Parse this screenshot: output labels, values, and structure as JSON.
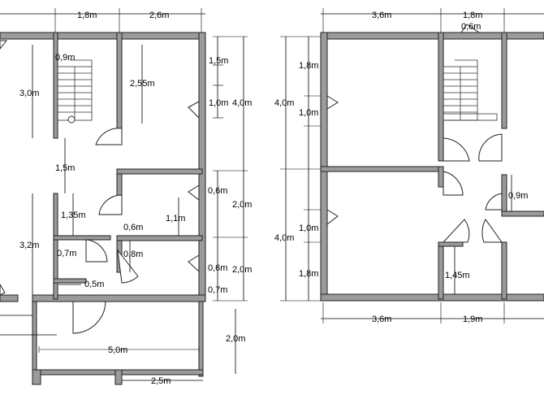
{
  "labels": {
    "top_1_8": "1,8m",
    "top_2_6": "2,6m",
    "left_3_0": "3,0m",
    "left_1_5": "1,5m",
    "left_3_2": "3,2m",
    "stair_0_9": "0,9m",
    "room_2_55": "2,55m",
    "right_1_5": "1,5m",
    "right_1_0": "1,0m",
    "right_4_0": "4,0m",
    "right_0_6a": "0,6m",
    "right_2_0a": "2,0m",
    "right_1_1": "1,1m",
    "right_0_6b": "0,6m",
    "right_2_0b": "2,0m",
    "right_0_7": "0,7m",
    "mid_1_35": "1,35m",
    "mid_0_6": "0,6m",
    "mid_0_8": "0,8m",
    "mid_0_7": "0,7m",
    "mid_0_5": "0,5m",
    "porch_5_0": "5,0m",
    "porch_2_0": "2,0m",
    "porch_2_5": "2,5m",
    "r_top_3_6": "3,6m",
    "r_top_1_8": "1,8m",
    "r_top_0_6": "0,6m",
    "r_left_4_0a": "4,0m",
    "r_left_1_8a": "1,8m",
    "r_left_1_0a": "1,0m",
    "r_left_4_0b": "4,0m",
    "r_left_1_0b": "1,0m",
    "r_left_1_8b": "1,8m",
    "r_mid_0_9": "0,9m",
    "r_mid_1_45": "1,45m",
    "r_bot_3_6": "3,6m",
    "r_bot_1_9": "1,9m"
  }
}
